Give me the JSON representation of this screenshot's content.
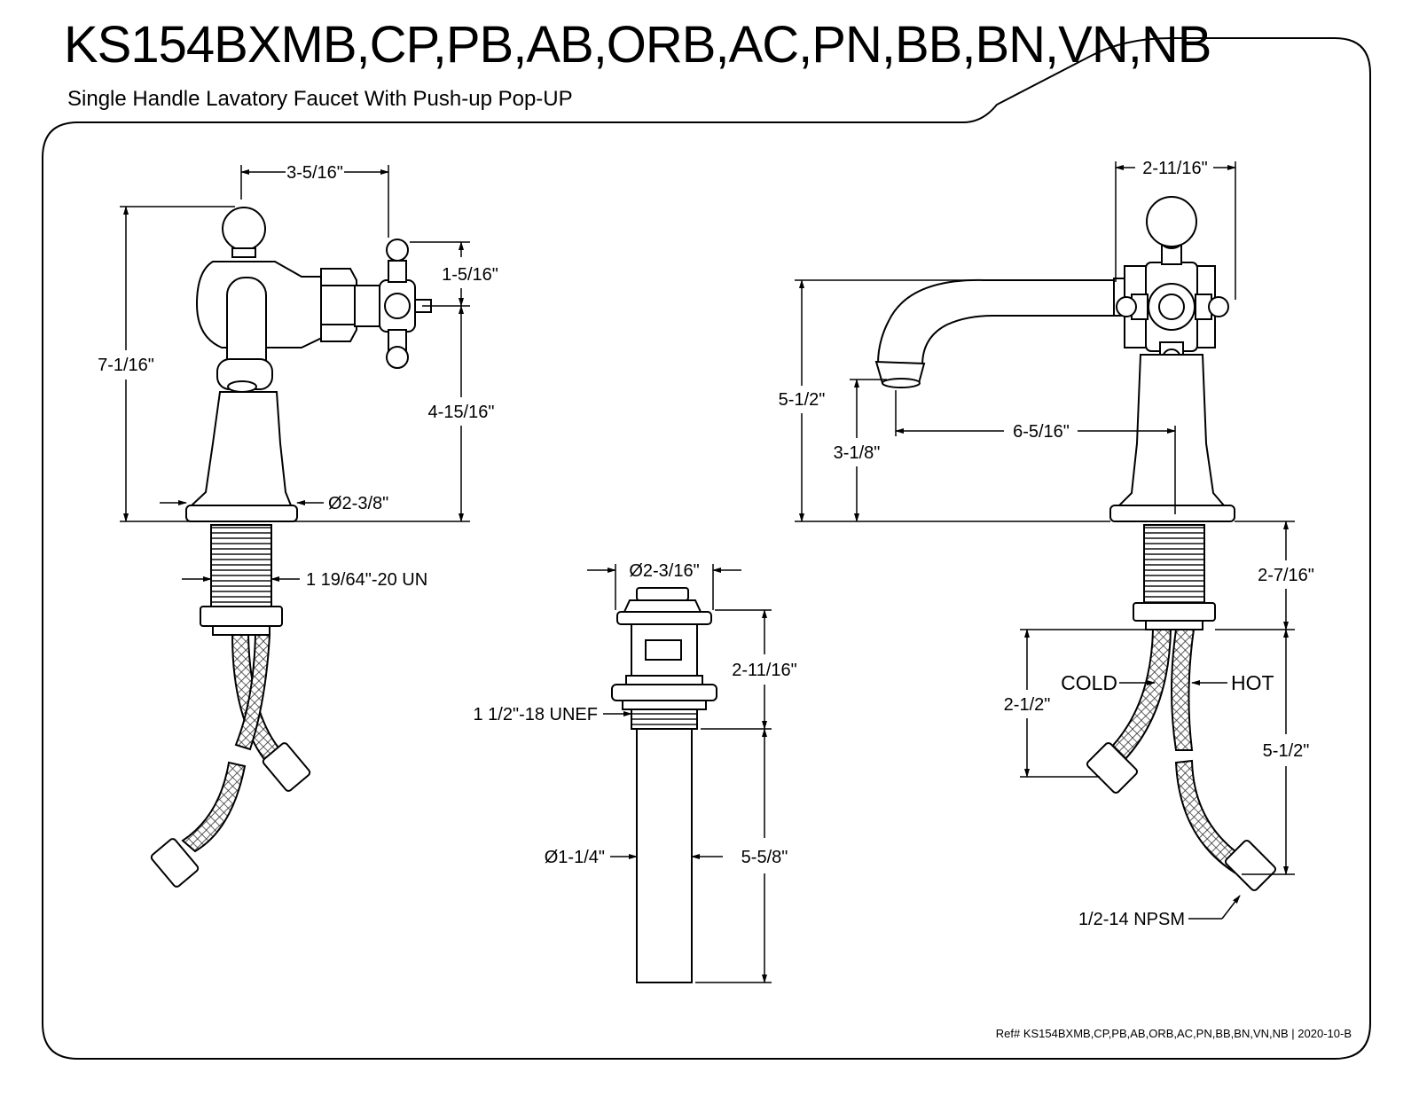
{
  "header": {
    "title": "KS154BXMB,CP,PB,AB,ORB,AC,PN,BB,BN,VN,NB",
    "subtitle": "Single Handle Lavatory Faucet With Push-up Pop-UP"
  },
  "front_view": {
    "dim_width_top": "3-5/16\"",
    "dim_overall_height": "7-1/16\"",
    "dim_handle": "1-5/16\"",
    "dim_handle_height": "4-15/16\"",
    "dim_base_diameter": "Ø2-3/8\"",
    "dim_thread": "1 19/64\"-20 UN"
  },
  "drain_view": {
    "dim_cap_diameter": "Ø2-3/16\"",
    "dim_body_height": "2-11/16\"",
    "dim_thread": "1 1/2\"-18 UNEF",
    "dim_tail_diameter": "Ø1-1/4\"",
    "dim_tail_length": "5-5/8\""
  },
  "side_view": {
    "dim_handle_width": "2-11/16\"",
    "dim_spout_height": "5-1/2\"",
    "dim_outlet_height": "3-1/8\"",
    "dim_reach": "6-5/16\"",
    "dim_shank": "2-7/16\"",
    "dim_hose_cold": "2-1/2\"",
    "dim_hose_hot": "5-1/2\"",
    "label_cold": "COLD",
    "label_hot": "HOT",
    "label_connector": "1/2-14 NPSM"
  },
  "footer": {
    "reference": "Ref# KS154BXMB,CP,PB,AB,ORB,AC,PN,BB,BN,VN,NB | 2020-10-B"
  },
  "colors": {
    "line": "#000000",
    "background": "#ffffff"
  }
}
